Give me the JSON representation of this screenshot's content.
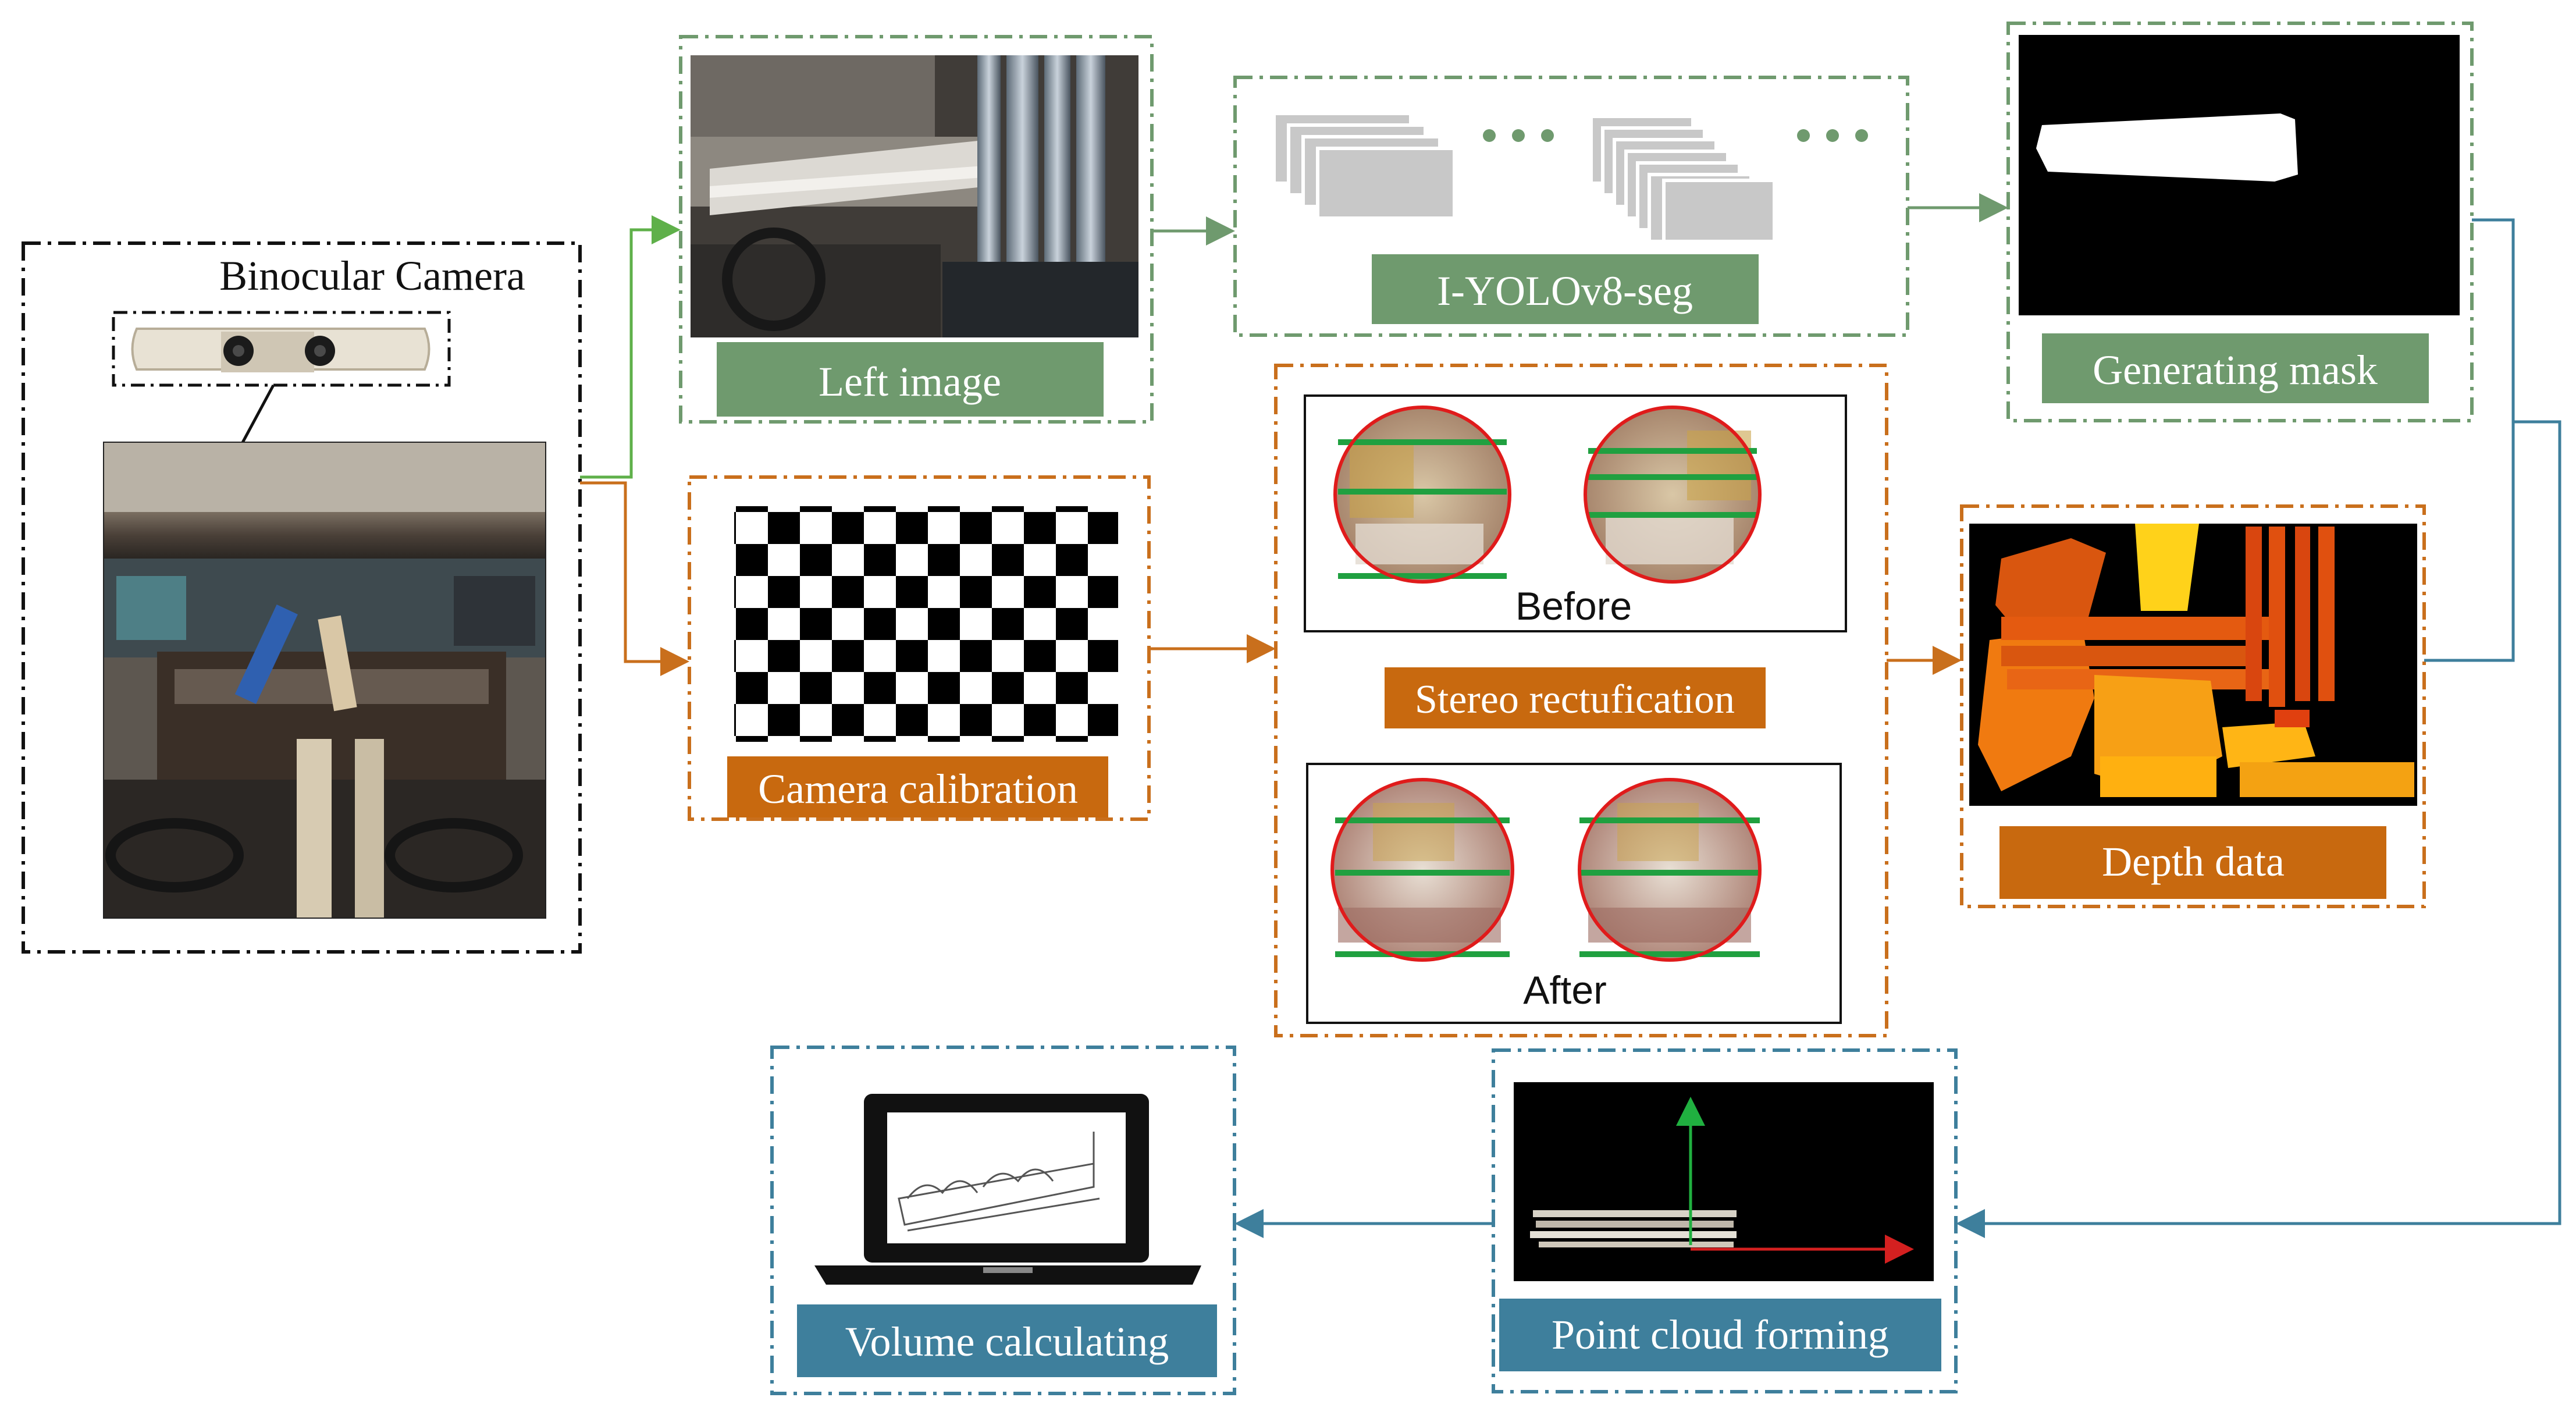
{
  "labels": {
    "binocular_camera": "Binocular Camera",
    "left_image": "Left image",
    "yolo": "I-YOLOv8-seg",
    "generating_mask": "Generating mask",
    "camera_calibration": "Camera calibration",
    "stereo_rectification": "Stereo rectufication",
    "before": "Before",
    "after": "After",
    "depth_data": "Depth data",
    "point_cloud_forming": "Point cloud forming",
    "volume_calculating": "Volume calculating"
  },
  "colors": {
    "green": "#6f9a6e",
    "green_arrow": "#5fb04a",
    "orange": "#c96f1c",
    "orange_label": "#c8690f",
    "blue": "#3e7f9c",
    "blue_label": "#3e7f9c",
    "black": "#111111"
  }
}
